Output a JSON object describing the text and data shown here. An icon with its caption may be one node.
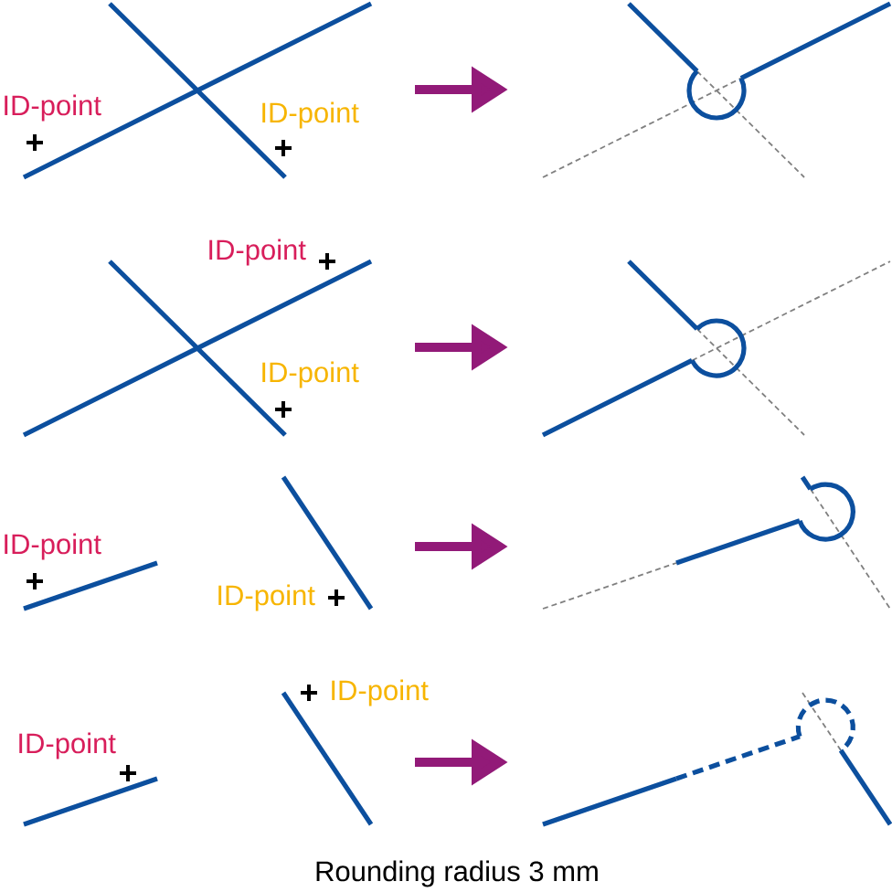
{
  "diagram": {
    "caption": "Rounding radius 3 mm",
    "nodes": [
      {
        "text": [],
        "shape": "picture"
      },
      {
        "text": [],
        "shape": "picture"
      },
      {
        "text": [],
        "shape": "picture"
      },
      {
        "text": [],
        "shape": "picture"
      },
      {
        "text": [],
        "shape": "picture"
      },
      {
        "text": [],
        "shape": "picture"
      },
      {
        "text": [],
        "shape": "picture"
      },
      {
        "text": [],
        "shape": "picture"
      }
    ],
    "edges": [
      {
        "from": 0,
        "to": 1,
        "arrow": "to"
      },
      {
        "from": 2,
        "to": 3,
        "arrow": "to"
      },
      {
        "from": 4,
        "to": 5,
        "arrow": "to"
      },
      {
        "from": 6,
        "to": 7,
        "arrow": "to"
      }
    ],
    "labels": [
      "ID-point",
      "ID-point",
      "ID-point",
      "ID-point",
      "ID-point",
      "ID-point",
      "ID-point",
      "ID-point"
    ]
  }
}
